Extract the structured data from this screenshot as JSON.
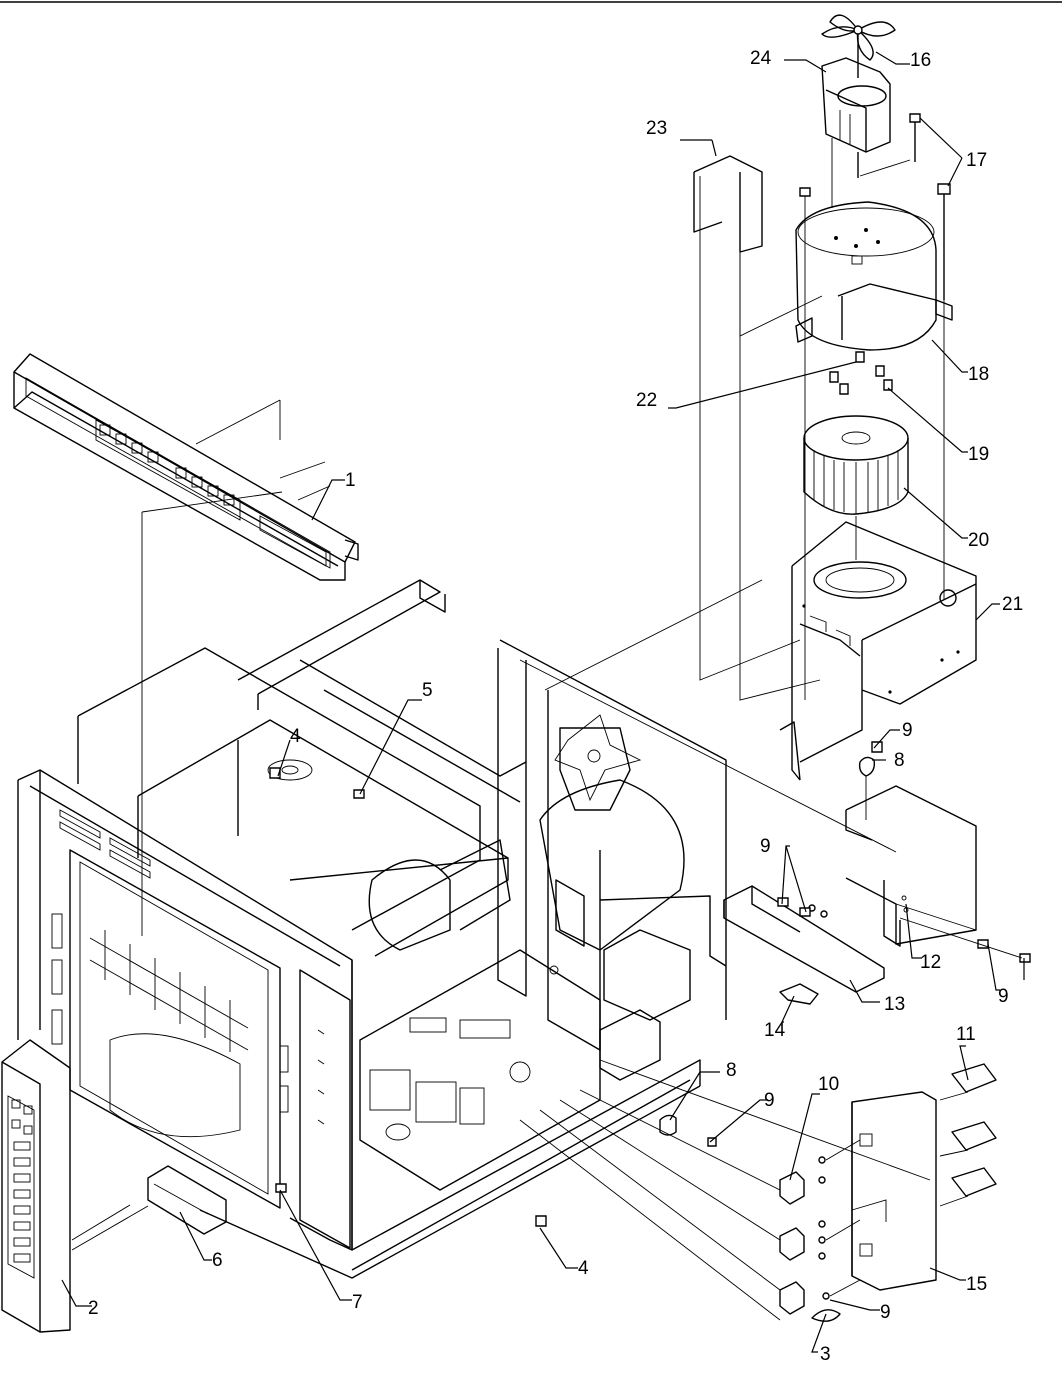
{
  "diagram": {
    "callouts": [
      {
        "id": "c1",
        "label": "1"
      },
      {
        "id": "c2",
        "label": "2"
      },
      {
        "id": "c3",
        "label": "3"
      },
      {
        "id": "c4a",
        "label": "4"
      },
      {
        "id": "c4b",
        "label": "4"
      },
      {
        "id": "c5",
        "label": "5"
      },
      {
        "id": "c6",
        "label": "6"
      },
      {
        "id": "c7",
        "label": "7"
      },
      {
        "id": "c8a",
        "label": "8"
      },
      {
        "id": "c8b",
        "label": "8"
      },
      {
        "id": "c9a",
        "label": "9"
      },
      {
        "id": "c9b",
        "label": "9"
      },
      {
        "id": "c9c",
        "label": "9"
      },
      {
        "id": "c9d",
        "label": "9"
      },
      {
        "id": "c9e",
        "label": "9"
      },
      {
        "id": "c10",
        "label": "10"
      },
      {
        "id": "c11",
        "label": "11"
      },
      {
        "id": "c12",
        "label": "12"
      },
      {
        "id": "c13",
        "label": "13"
      },
      {
        "id": "c14",
        "label": "14"
      },
      {
        "id": "c15",
        "label": "15"
      },
      {
        "id": "c16",
        "label": "16"
      },
      {
        "id": "c17",
        "label": "17"
      },
      {
        "id": "c18",
        "label": "18"
      },
      {
        "id": "c19",
        "label": "19"
      },
      {
        "id": "c20",
        "label": "20"
      },
      {
        "id": "c21",
        "label": "21"
      },
      {
        "id": "c22",
        "label": "22"
      },
      {
        "id": "c23",
        "label": "23"
      },
      {
        "id": "c24",
        "label": "24"
      }
    ]
  }
}
